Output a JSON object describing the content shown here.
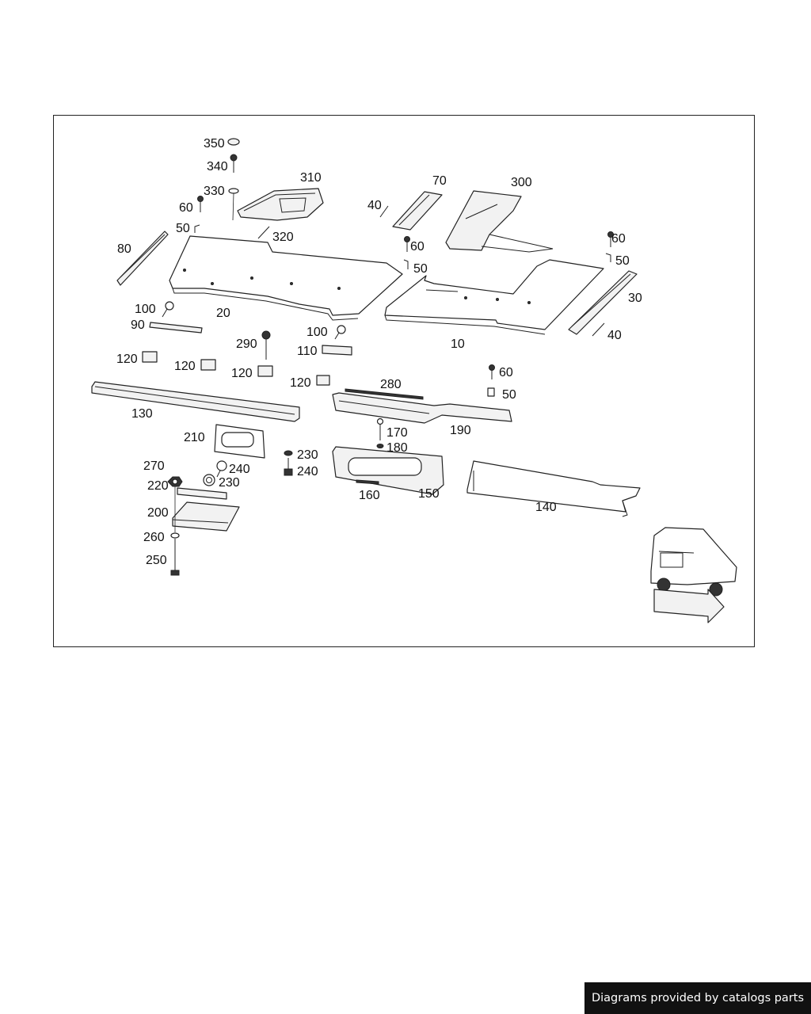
{
  "labels": [
    {
      "id": "350",
      "text": "350"
    },
    {
      "id": "340",
      "text": "340"
    },
    {
      "id": "330",
      "text": "330"
    },
    {
      "id": "310",
      "text": "310"
    },
    {
      "id": "70",
      "text": "70"
    },
    {
      "id": "300",
      "text": "300"
    },
    {
      "id": "40a",
      "text": "40"
    },
    {
      "id": "60a",
      "text": "60"
    },
    {
      "id": "50a",
      "text": "50"
    },
    {
      "id": "320",
      "text": "320"
    },
    {
      "id": "80",
      "text": "80"
    },
    {
      "id": "60b",
      "text": "60"
    },
    {
      "id": "50b",
      "text": "50"
    },
    {
      "id": "60c",
      "text": "60"
    },
    {
      "id": "50c",
      "text": "50"
    },
    {
      "id": "20",
      "text": "20"
    },
    {
      "id": "30",
      "text": "30"
    },
    {
      "id": "100a",
      "text": "100"
    },
    {
      "id": "90",
      "text": "90"
    },
    {
      "id": "100b",
      "text": "100"
    },
    {
      "id": "290",
      "text": "290"
    },
    {
      "id": "110",
      "text": "110"
    },
    {
      "id": "10",
      "text": "10"
    },
    {
      "id": "40b",
      "text": "40"
    },
    {
      "id": "120a",
      "text": "120"
    },
    {
      "id": "120b",
      "text": "120"
    },
    {
      "id": "120c",
      "text": "120"
    },
    {
      "id": "120d",
      "text": "120"
    },
    {
      "id": "280",
      "text": "280"
    },
    {
      "id": "60d",
      "text": "60"
    },
    {
      "id": "50d",
      "text": "50"
    },
    {
      "id": "130",
      "text": "130"
    },
    {
      "id": "190",
      "text": "190"
    },
    {
      "id": "210",
      "text": "210"
    },
    {
      "id": "170",
      "text": "170"
    },
    {
      "id": "180",
      "text": "180"
    },
    {
      "id": "230a",
      "text": "230"
    },
    {
      "id": "270",
      "text": "270"
    },
    {
      "id": "240a",
      "text": "240"
    },
    {
      "id": "240b",
      "text": "240"
    },
    {
      "id": "230b",
      "text": "230"
    },
    {
      "id": "220",
      "text": "220"
    },
    {
      "id": "160",
      "text": "160"
    },
    {
      "id": "150",
      "text": "150"
    },
    {
      "id": "140",
      "text": "140"
    },
    {
      "id": "200",
      "text": "200"
    },
    {
      "id": "260",
      "text": "260"
    },
    {
      "id": "250",
      "text": "250"
    }
  ],
  "credit": "Diagrams provided by catalogs parts"
}
